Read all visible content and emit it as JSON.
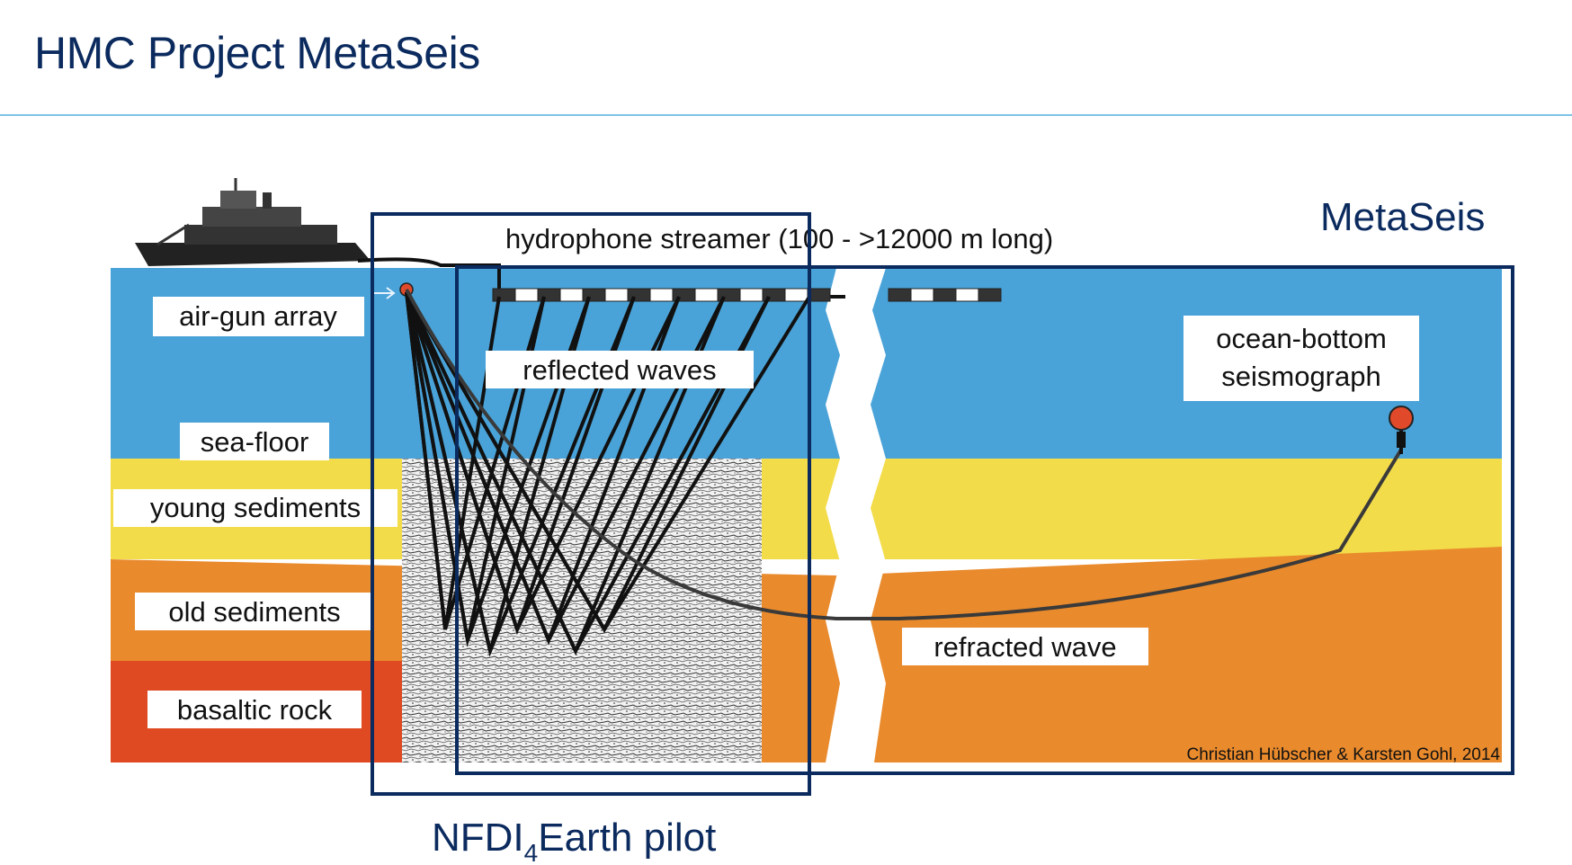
{
  "slide": {
    "title": "HMC Project MetaSeis"
  },
  "diagram": {
    "labels": {
      "streamer": "hydrophone streamer (100 - >12000 m long)",
      "air_gun": "air-gun array",
      "reflected": "reflected waves",
      "sea_floor": "sea-floor",
      "young": "young sediments",
      "old": "old sediments",
      "basalt": "basaltic rock",
      "obs_line1": "ocean-bottom",
      "obs_line2": "seismograph",
      "refracted": "refracted wave",
      "credit": "Christian Hübscher & Karsten Gohl, 2014"
    },
    "overlays": {
      "metaseis": "MetaSeis",
      "nfdi_prefix": "NFDI",
      "nfdi_sub": "4",
      "nfdi_suffix": "Earth pilot"
    },
    "colors": {
      "water": "#4aa3d8",
      "young_sediments": "#f3dc4a",
      "old_sediments": "#e98a2c",
      "basaltic_rock": "#df4a22",
      "frame": "#0b2a5e",
      "title": "#0b2a5e",
      "rule": "#7cc4e8"
    }
  }
}
